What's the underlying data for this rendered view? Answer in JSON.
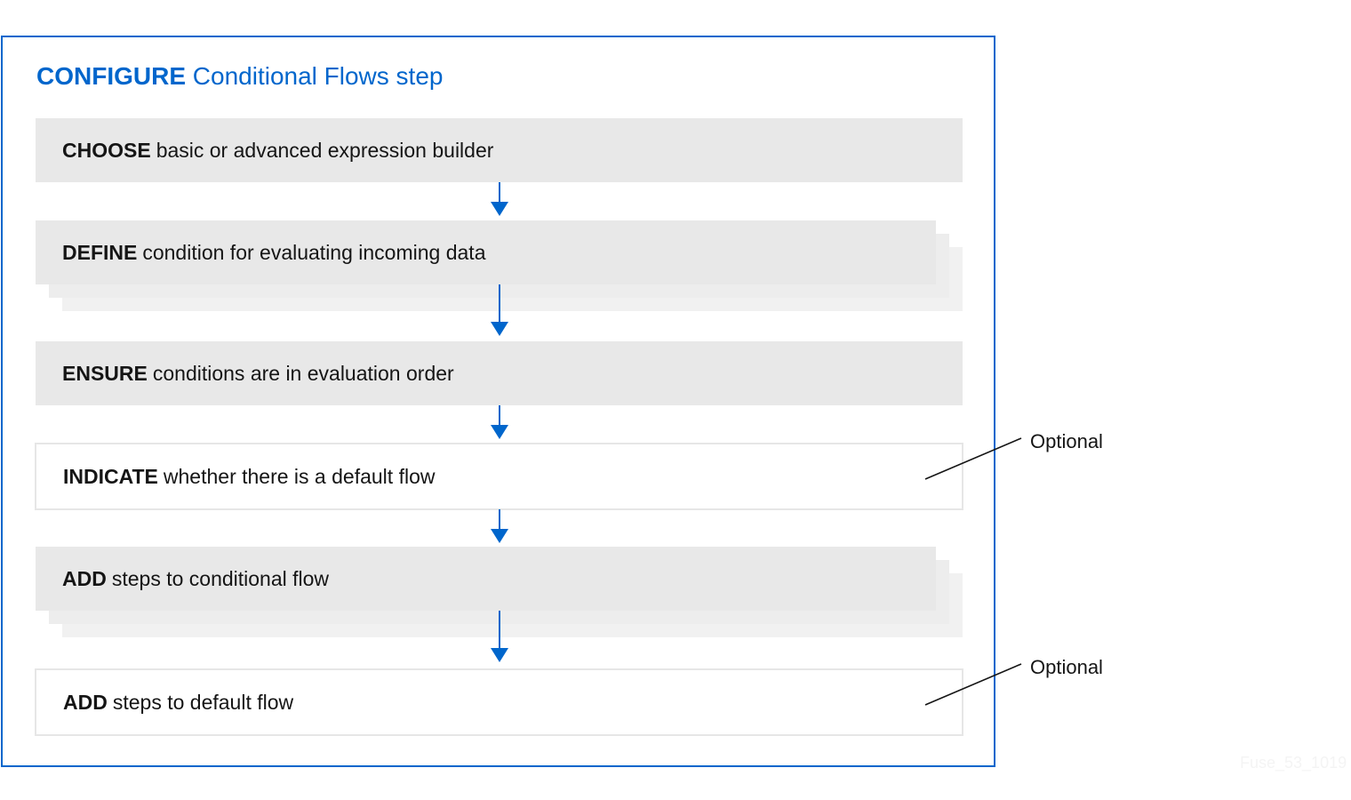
{
  "diagram": {
    "title": {
      "keyword": "CONFIGURE",
      "rest": "Conditional Flows step"
    },
    "steps": [
      {
        "keyword": "CHOOSE",
        "text": "basic or advanced expression builder",
        "style": "filled",
        "stacked": false
      },
      {
        "keyword": "DEFINE",
        "text": "condition for evaluating incoming data",
        "style": "filled",
        "stacked": true
      },
      {
        "keyword": "ENSURE",
        "text": "conditions are in evaluation order",
        "style": "filled",
        "stacked": false
      },
      {
        "keyword": "INDICATE",
        "text": "whether there is a default flow",
        "style": "outlined",
        "stacked": false,
        "callout": "Optional"
      },
      {
        "keyword": "ADD",
        "text": "steps to conditional flow",
        "style": "filled",
        "stacked": true
      },
      {
        "keyword": "ADD",
        "text": "steps to default flow",
        "style": "outlined",
        "stacked": false,
        "callout": "Optional"
      }
    ],
    "colors": {
      "accent": "#0066cc",
      "step_fill": "#e8e8e8",
      "text": "#151515"
    },
    "watermark": "Fuse_53_1019"
  }
}
